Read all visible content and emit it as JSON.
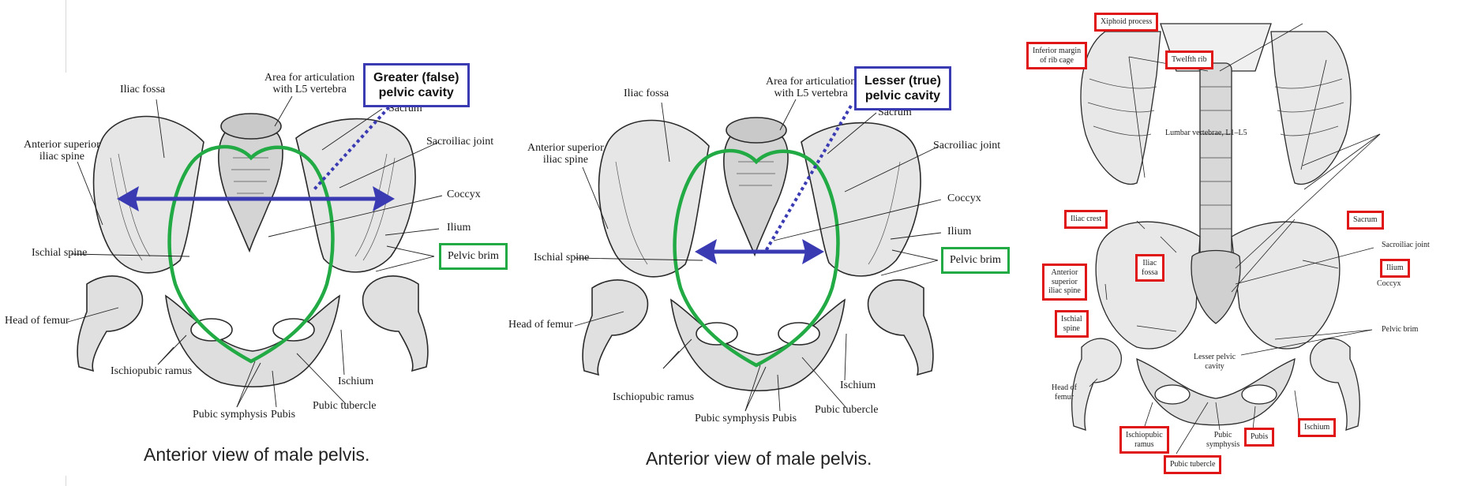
{
  "panels": [
    {
      "labels": {
        "iliac_fossa": "Iliac fossa",
        "area_articulation": "Area for articulation\nwith L5 vertebra",
        "sacrum": "Sacrum",
        "sacroiliac_joint": "Sacroiliac joint",
        "asis": "Anterior superior\niliac spine",
        "coccyx": "Coccyx",
        "ilium": "Ilium",
        "ischial_spine": "Ischial spine",
        "head_of_femur": "Head of femur",
        "ischiopubic_ramus": "Ischiopubic ramus",
        "ischium": "Ischium",
        "pubic_tubercle": "Pubic tubercle",
        "pubic_symphysis": "Pubic symphysis",
        "pubis": "Pubis"
      },
      "callout_blue": "Greater (false)\npelvic cavity",
      "callout_green": "Pelvic brim",
      "caption": "Anterior view of male pelvis."
    },
    {
      "labels": {
        "iliac_fossa": "Iliac fossa",
        "area_articulation": "Area for articulation\nwith L5 vertebra",
        "sacrum": "Sacrum",
        "sacroiliac_joint": "Sacroiliac joint",
        "asis": "Anterior superior\niliac spine",
        "coccyx": "Coccyx",
        "ilium": "Ilium",
        "ischial_spine": "Ischial spine",
        "head_of_femur": "Head of femur",
        "ischiopubic_ramus": "Ischiopubic ramus",
        "ischium": "Ischium",
        "pubic_tubercle": "Pubic tubercle",
        "pubic_symphysis": "Pubic symphysis",
        "pubis": "Pubis"
      },
      "callout_blue": "Lesser (true)\npelvic cavity",
      "callout_green": "Pelvic brim",
      "caption": "Anterior view of male pelvis."
    }
  ],
  "panel3": {
    "red_labels": {
      "xiphoid": "Xiphoid process",
      "inferior_margin": "Inferior margin\nof rib cage",
      "twelfth_rib": "Twelfth rib",
      "iliac_crest": "Iliac crest",
      "iliac_fossa": "Iliac\nfossa",
      "sacrum": "Sacrum",
      "ilium": "Ilium",
      "asis": "Anterior\nsuperior\niliac spine",
      "ischial_spine": "Ischial\nspine",
      "ischiopubic_ramus": "Ischiopubic\nramus",
      "pubis": "Pubis",
      "ischium": "Ischium",
      "pubic_tubercle": "Pubic tubercle"
    },
    "plain_labels": {
      "lumbar": "Lumbar vertebrae, L1–L5",
      "sacroiliac": "Sacroiliac joint",
      "coccyx": "Coccyx",
      "pelvic_brim": "Pelvic brim",
      "lesser_cavity": "Lesser pelvic\ncavity",
      "head_of_femur": "Head of\nfemur",
      "pubic_symphysis": "Pubic\nsymphysis"
    }
  },
  "colors": {
    "blue_callout": "#3a3ab3",
    "green_brim": "#22aa44",
    "red_box": "#e01515",
    "bone_fill": "#e4e4e4",
    "bone_stroke": "#2a2a2a"
  }
}
